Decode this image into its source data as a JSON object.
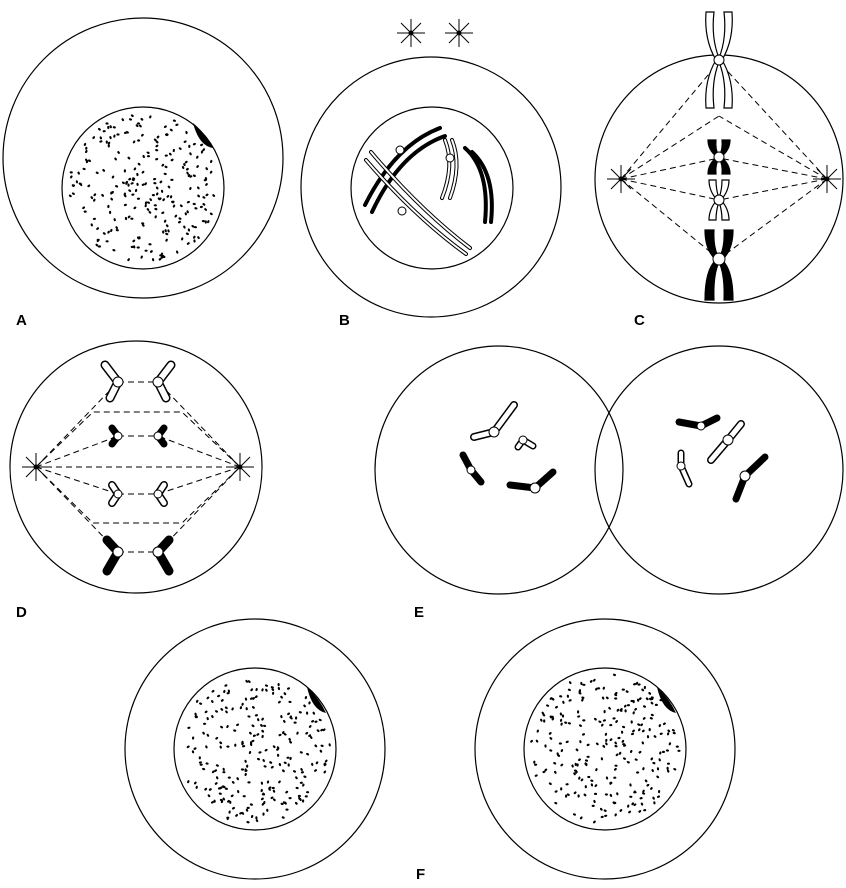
{
  "panels": [
    {
      "id": "A",
      "label": "A",
      "stage_icon": "interphase-cell-icon"
    },
    {
      "id": "B",
      "label": "B",
      "stage_icon": "prophase-cell-icon"
    },
    {
      "id": "C",
      "label": "C",
      "stage_icon": "metaphase-cell-icon"
    },
    {
      "id": "D",
      "label": "D",
      "stage_icon": "anaphase-cell-icon"
    },
    {
      "id": "E",
      "label": "E",
      "stage_icon": "telophase-cell-icon"
    },
    {
      "id": "F",
      "label": "F",
      "stage_icon": "daughter-cells-icon"
    }
  ],
  "colors": {
    "ink": "#000000",
    "paper": "#ffffff"
  }
}
